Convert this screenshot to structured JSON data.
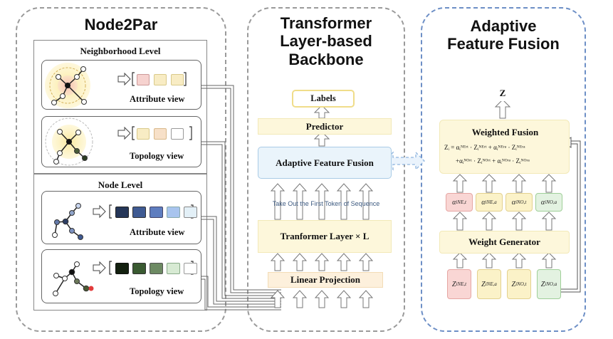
{
  "panels": {
    "node2par": {
      "title": "Node2Par"
    },
    "backbone": {
      "title_lines": [
        "Transformer",
        "Layer-based",
        "Backbone"
      ]
    },
    "fusion": {
      "title_lines": [
        "Adaptive",
        "Feature Fusion"
      ]
    }
  },
  "node2par": {
    "neighborhood_level": "Neighborhood Level",
    "node_level": "Node Level",
    "views": [
      {
        "label": "Attribute view",
        "swatches": [
          "#f6d2cf",
          "#f8ecc4",
          "#f8ecc4"
        ]
      },
      {
        "label": "Topology view",
        "swatches": [
          "#f8ecc4",
          "#f7e0c8",
          "#ffffff"
        ]
      },
      {
        "label": "Attribute view",
        "swatches": [
          "#253658",
          "#3f5a92",
          "#5e7dbf",
          "#a8c4ee",
          "#e3f0f7"
        ]
      },
      {
        "label": "Topology view",
        "swatches": [
          "#13200f",
          "#3a5a31",
          "#6d8a63",
          "#d7ead3",
          "#ffffff"
        ]
      }
    ]
  },
  "backbone": {
    "labels": "Labels",
    "predictor": "Predictor",
    "adaptive_feature_fusion": "Adaptive Feature Fusion",
    "take_out_text": "Take Out the First Token of  Sequence",
    "transformer_layer": "Tranformer Layer × L",
    "linear_projection": "Linear Projection"
  },
  "fusion": {
    "z_label": "Z",
    "weighted_fusion_title": "Weighted Fusion",
    "weight_generator": "Weight Generator",
    "alphas": [
      {
        "base": "α",
        "sub": "i",
        "sup": "NE,t",
        "color": "#f9d6d4",
        "border": "#e6a6a3"
      },
      {
        "base": "α",
        "sub": "i",
        "sup": "NE,a",
        "color": "#fbf2c8",
        "border": "#e3d18e"
      },
      {
        "base": "α",
        "sub": "i",
        "sup": "NO,t",
        "color": "#fbf2c8",
        "border": "#e3d18e"
      },
      {
        "base": "α",
        "sub": "i",
        "sup": "NO,a",
        "color": "#e3f2e1",
        "border": "#9fcf98"
      }
    ],
    "inputs": [
      {
        "base": "Z",
        "sub": "i",
        "sup": "NE,t",
        "color": "#f9d6d4",
        "border": "#e6a6a3"
      },
      {
        "base": "Z",
        "sub": "i",
        "sup": "NE,a",
        "color": "#fbf2c8",
        "border": "#e3d18e"
      },
      {
        "base": "Z",
        "sub": "i",
        "sup": "NO,t",
        "color": "#fbf2c8",
        "border": "#e3d18e"
      },
      {
        "base": "Z",
        "sub": "i",
        "sup": "NO,a",
        "color": "#e3f2e1",
        "border": "#9fcf98"
      }
    ],
    "formula_line1": "Zᵢ = αᵢᴺᴱʳᵗ · Zᵢᴺᴱʳᵗ + αᵢᴺᴱʳᵃ · Zᵢᴺᴱʳᵃ",
    "formula_line2": "+αᵢᴺᴼʳᵗ · Zᵢᴺᴼʳᵗ + αᵢᴺᴼʳᵃ · Zᵢᴺᴼʳᵃ"
  }
}
